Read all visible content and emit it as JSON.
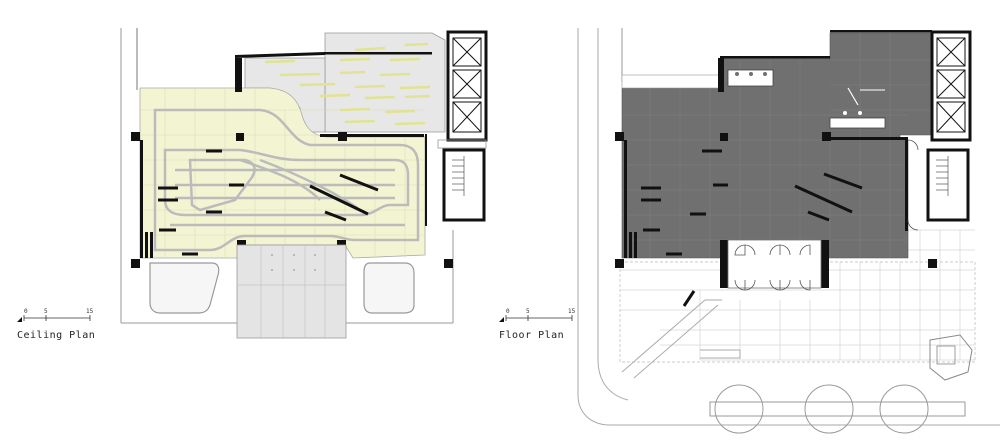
{
  "ceiling_plan": {
    "title": "Ceiling Plan",
    "scale_ticks": [
      "0",
      "5",
      "15"
    ],
    "colors": {
      "ceiling_fill": "#f3f4d2",
      "light_strip": "#e8ec9a",
      "grey_area": "#e6e6e6"
    }
  },
  "floor_plan": {
    "title": "Floor Plan",
    "scale_ticks": [
      "0",
      "5",
      "15"
    ],
    "colors": {
      "floor_fill": "#6f6f6f",
      "grid_line": "#cfcfcf"
    }
  },
  "icons": {
    "north_arrow": "north-arrow-icon"
  }
}
